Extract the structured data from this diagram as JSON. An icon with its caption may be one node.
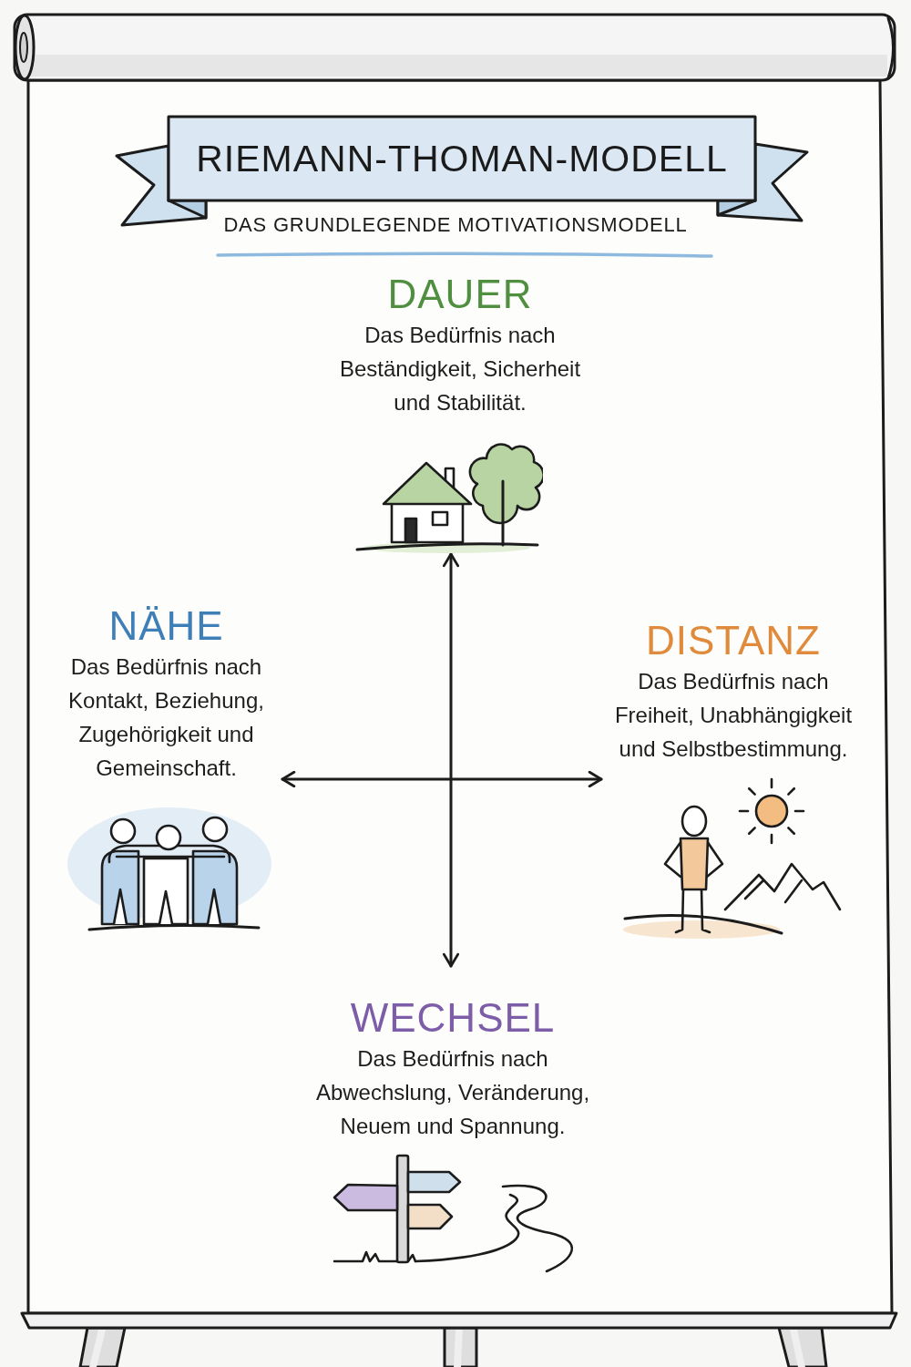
{
  "diagram": {
    "title": "RIEMANN-THOMAN-MODELL",
    "nodes": [
      {
        "text": [
          "DAUER",
          "Das Bedürfnis nach Beständigkeit, Sicherheit und Stabilität."
        ]
      },
      {
        "text": [
          "NÄHE",
          "Das Bedürfnis nach Kontakt, Beziehung, Zugehörigkeit und Gemeinschaft."
        ]
      },
      {
        "text": [
          "DISTANZ",
          "Das Bedürfnis nach Freiheit, Unabhängigkeit und Selbstbestimmung."
        ]
      },
      {
        "text": [
          "WECHSEL",
          "Das Bedürfnis nach Abwechslung, Veränderung, Neuem und Spannung."
        ]
      }
    ],
    "edges": [
      {
        "from": 0,
        "to": 3,
        "arrow": "both"
      },
      {
        "from": 1,
        "to": 2,
        "arrow": "both"
      }
    ],
    "labels": [
      "DAS GRUNDLEGENDE MOTIVATIONSMODELL"
    ]
  }
}
